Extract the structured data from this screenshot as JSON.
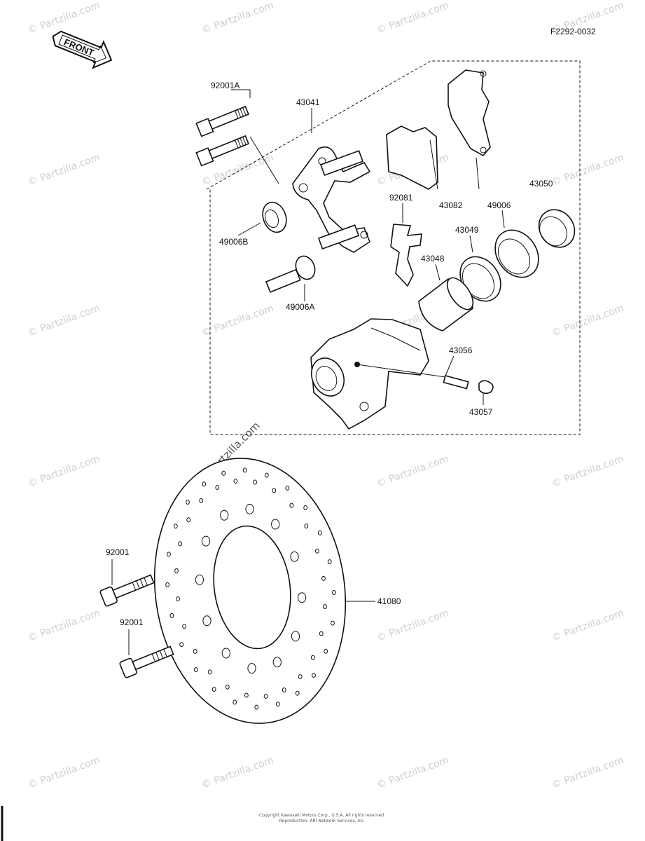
{
  "diagram_code": "F2292-0032",
  "front_label": "FRONT",
  "parts": {
    "bolt_caliper": "92001A",
    "caliper_holder": "43041",
    "pad_outer": "43082",
    "pad_spring": "92081",
    "seal_dust": "43050",
    "seal_piston_outer": "49006",
    "seal_piston": "43049",
    "piston": "43048",
    "boot_b": "49006B",
    "boot_a": "49006A",
    "caliper_body": "43056",
    "bleed_cap": "43057",
    "disc": "41080",
    "disc_bolt_1": "92001",
    "disc_bolt_2": "92001"
  },
  "watermark": "© Partzilla.com",
  "footer": {
    "line1": "Copyright Kawasaki Motors Corp., U.S.A. All rights reserved.",
    "line2": "Reproduction. ARI Network Services, Inc."
  }
}
